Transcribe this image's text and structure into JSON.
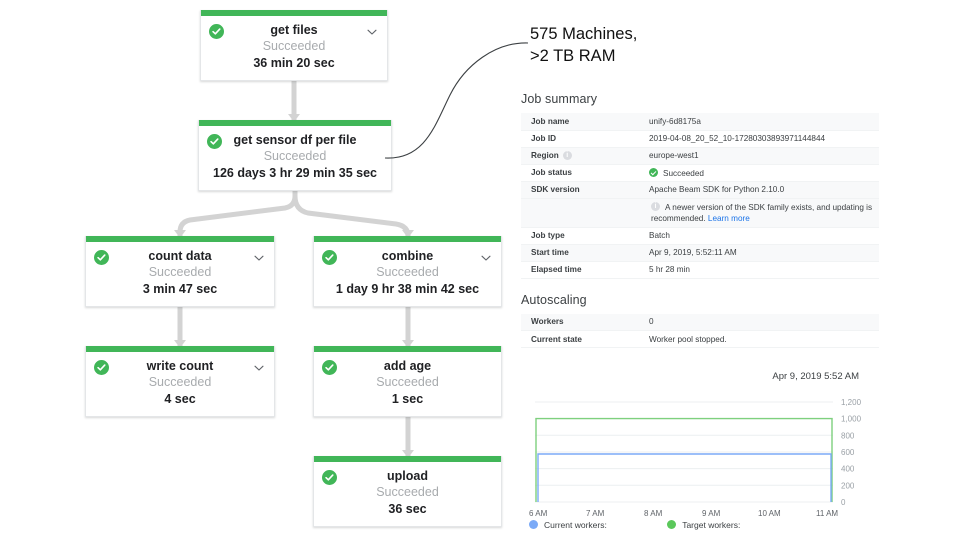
{
  "annotation": {
    "line1": "575 Machines,",
    "line2": ">2 TB RAM"
  },
  "graph": {
    "nodes": [
      {
        "id": "get-files",
        "title": "get files",
        "status": "Succeeded",
        "duration": "36 min 20 sec",
        "chevron": true
      },
      {
        "id": "get-sensor-df",
        "title": "get sensor df per file",
        "status": "Succeeded",
        "duration": "126 days 3 hr 29 min 35 sec",
        "chevron": false
      },
      {
        "id": "count-data",
        "title": "count data",
        "status": "Succeeded",
        "duration": "3 min 47 sec",
        "chevron": true
      },
      {
        "id": "combine",
        "title": "combine",
        "status": "Succeeded",
        "duration": "1 day 9 hr 38 min 42 sec",
        "chevron": true
      },
      {
        "id": "write-count",
        "title": "write count",
        "status": "Succeeded",
        "duration": "4 sec",
        "chevron": true
      },
      {
        "id": "add-age",
        "title": "add age",
        "status": "Succeeded",
        "duration": "1 sec",
        "chevron": false
      },
      {
        "id": "upload",
        "title": "upload",
        "status": "Succeeded",
        "duration": "36 sec",
        "chevron": false
      }
    ],
    "status_color": "#41b658"
  },
  "job_summary": {
    "heading": "Job summary",
    "rows": [
      {
        "key": "Job name",
        "value": "unify-6d8175a"
      },
      {
        "key": "Job ID",
        "value": "2019-04-08_20_52_10-17280303893971144844"
      },
      {
        "key": "Region",
        "value": "europe-west1",
        "info": true
      },
      {
        "key": "Job status",
        "value": "Succeeded",
        "status": true
      },
      {
        "key": "SDK version",
        "value": "Apache Beam SDK for Python 2.10.0"
      },
      {
        "key": "Job type",
        "value": "Batch"
      },
      {
        "key": "Start time",
        "value": "Apr 9, 2019, 5:52:11 AM"
      },
      {
        "key": "Elapsed time",
        "value": "5 hr 28 min"
      }
    ],
    "sdk_note": "A newer version of the SDK family exists, and updating is recommended.",
    "sdk_note_link": "Learn more"
  },
  "autoscaling": {
    "heading": "Autoscaling",
    "rows": [
      {
        "key": "Workers",
        "value": "0"
      },
      {
        "key": "Current state",
        "value": "Worker pool stopped."
      }
    ]
  },
  "chart_data": {
    "type": "line",
    "title": "Apr 9, 2019 5:52 AM",
    "xlabel": "",
    "ylabel": "",
    "xticks": [
      "6 AM",
      "7 AM",
      "8 AM",
      "9 AM",
      "10 AM",
      "11 AM"
    ],
    "yticks": [
      "0",
      "200",
      "400",
      "600",
      "800",
      "1,000",
      "1,200"
    ],
    "ylim": [
      0,
      1200
    ],
    "grid": true,
    "legend_position": "bottom",
    "series": [
      {
        "name": "Current workers:",
        "color": "#7baaf7",
        "x": [
          "5:52 AM",
          "5:58 AM",
          "11:15 AM",
          "11:20 AM"
        ],
        "values": [
          0,
          575,
          575,
          0
        ]
      },
      {
        "name": "Target workers:",
        "color": "#7ed07e",
        "x": [
          "5:52 AM",
          "5:54 AM",
          "11:15 AM",
          "11:20 AM"
        ],
        "values": [
          0,
          1000,
          1000,
          0
        ]
      }
    ]
  }
}
